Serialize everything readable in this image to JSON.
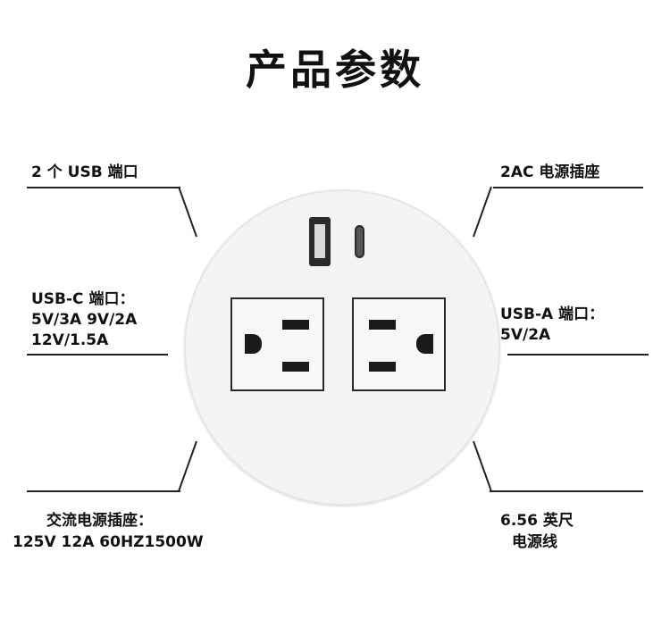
{
  "title": "产品参数",
  "labels": {
    "usb_count": "2 个 USB 端口",
    "ac_outlets": "2AC 电源插座",
    "usb_c_line1": "USB-C 端口：",
    "usb_c_line2": "5V/3A 9V/2A",
    "usb_c_line3": "12V/1.5A",
    "usb_a_line1": "USB-A 端口：",
    "usb_a_line2": "5V/2A",
    "ac_power_line1": "交流电源插座：",
    "ac_power_line2": "125V 12A 60HZ1500W",
    "cord_line1": "6.56 英尺",
    "cord_line2": "电源线"
  },
  "colors": {
    "text": "#111111",
    "disc": "#f4f4f4",
    "outline": "#2a2a2a"
  }
}
